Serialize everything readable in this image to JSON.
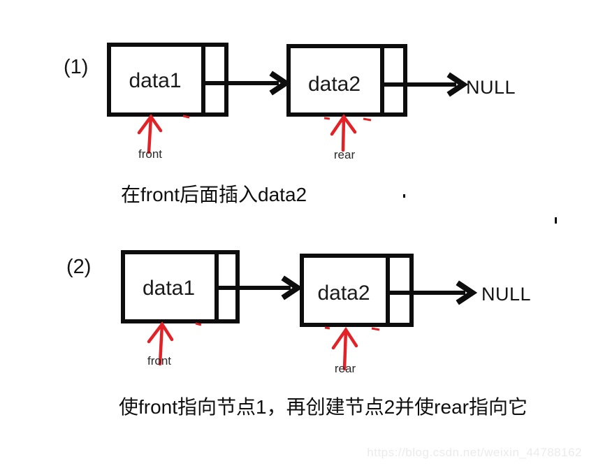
{
  "colors": {
    "ink": "#0d0d0d",
    "pointer_red": "#e32227",
    "watermark_gray": "#ebebeb"
  },
  "diagram1": {
    "index_label": "(1)",
    "node1_value": "data1",
    "node2_value": "data2",
    "null_label": "NULL",
    "front_label": "front",
    "rear_label": "rear",
    "caption": "在front后面插入data2"
  },
  "diagram2": {
    "index_label": "(2)",
    "node1_value": "data1",
    "node2_value": "data2",
    "null_label": "NULL",
    "front_label": "front",
    "rear_label": "rear",
    "caption": "使front指向节点1，再创建节点2并使rear指向它"
  },
  "watermark": "https://blog.csdn.net/weixin_44788162"
}
